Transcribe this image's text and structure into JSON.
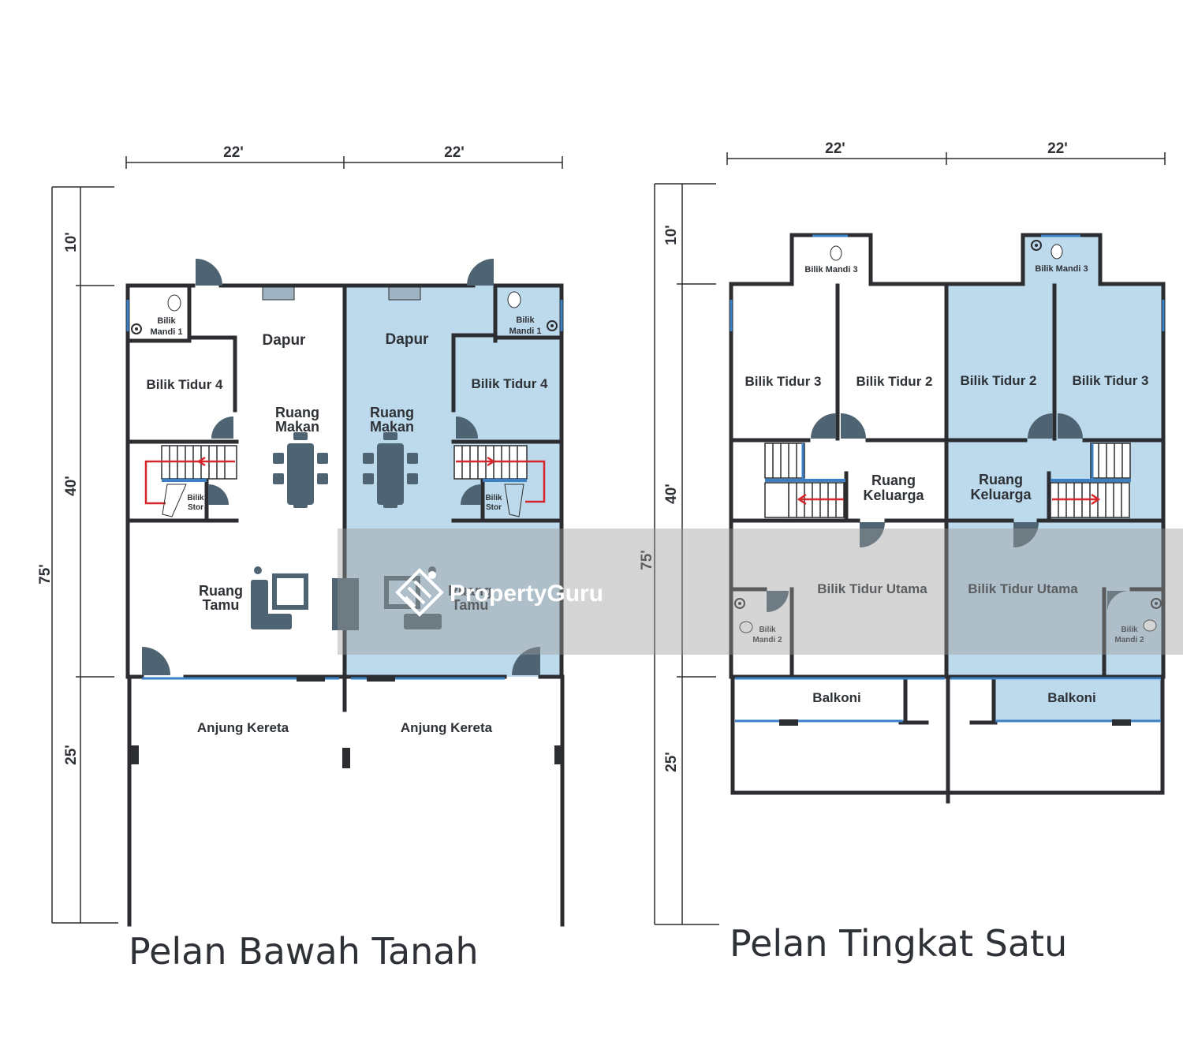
{
  "colors": {
    "unit_fill": "#bcdaec",
    "wall": "#2b2d30",
    "window": "#3b7fc4",
    "stair_arrow": "#d7262b",
    "furniture": "#4f6472",
    "watermark_band": "#9a9a9a"
  },
  "ground_floor": {
    "title": "Pelan Bawah Tanah",
    "dim_width_left": "22'",
    "dim_width_right": "22'",
    "dim_total_depth": "75'",
    "dim_front": "10'",
    "dim_main": "40'",
    "dim_back": "25'",
    "rooms": {
      "bathroom_left_1": "Bilik",
      "bathroom_left_2": "Mandi 1",
      "bathroom_right_1": "Bilik",
      "bathroom_right_2": "Mandi 1",
      "kitchen_left": "Dapur",
      "kitchen_right": "Dapur",
      "bedroom4_left": "Bilik Tidur 4",
      "bedroom4_right": "Bilik Tidur 4",
      "dining_left_1": "Ruang",
      "dining_left_2": "Makan",
      "dining_right_1": "Ruang",
      "dining_right_2": "Makan",
      "store_left_1": "Bilik",
      "store_left_2": "Stor",
      "store_right_1": "Bilik",
      "store_right_2": "Stor",
      "living_left_1": "Ruang",
      "living_left_2": "Tamu",
      "living_right_1": "Ruang",
      "living_right_2": "Tamu",
      "porch_left": "Anjung Kereta",
      "porch_right": "Anjung Kereta"
    }
  },
  "first_floor": {
    "title": "Pelan Tingkat Satu",
    "dim_width_left": "22'",
    "dim_width_right": "22'",
    "dim_total_depth": "75'",
    "dim_front": "10'",
    "dim_main": "40'",
    "dim_back": "25'",
    "rooms": {
      "bath3_left": "Bilik Mandi 3",
      "bath3_right": "Bilik Mandi 3",
      "bedroom3_left": "Bilik Tidur 3",
      "bedroom2_left": "Bilik Tidur 2",
      "bedroom2_right": "Bilik Tidur 2",
      "bedroom3_right": "Bilik Tidur 3",
      "family_left_1": "Ruang",
      "family_left_2": "Keluarga",
      "family_right_1": "Ruang",
      "family_right_2": "Keluarga",
      "master_left": "Bilik Tidur Utama",
      "master_right": "Bilik Tidur Utama",
      "bath2_left_1": "Bilik",
      "bath2_left_2": "Mandi 2",
      "bath2_right_1": "Bilik",
      "bath2_right_2": "Mandi 2",
      "balcony_left": "Balkoni",
      "balcony_right": "Balkoni"
    }
  },
  "watermark": {
    "brand": "PropertyGuru",
    "logo_icon": "propertyguru-logo-icon"
  }
}
